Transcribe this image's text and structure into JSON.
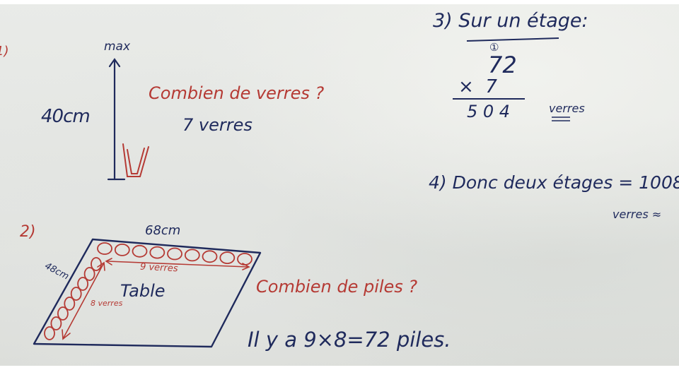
{
  "board": {
    "section1": {
      "marker": "1)",
      "axis_top_label": "max",
      "height_label": "40cm",
      "question": "Combien de verres ?",
      "answer": "7 verres"
    },
    "section2": {
      "marker": "2)",
      "table_width_label": "68cm",
      "table_depth_label": "48cm",
      "row_count_label": "9 verres",
      "column_count_label": "8 verres",
      "table_label": "Table",
      "question": "Combien de piles ?",
      "answer": "Il y a 9×8=72 piles."
    },
    "section3": {
      "heading": "3) Sur un étage:",
      "carry": "①",
      "multiplicand": "72",
      "multiplier": "×  7",
      "result": "5 0 4",
      "unit": "verres"
    },
    "section4": {
      "statement": "4) Donc deux étages = 1008",
      "unit": "verres ≈"
    }
  },
  "colors": {
    "blue_marker": "#1f2a5c",
    "red_marker": "#b53a34",
    "board": "#e6e8e5"
  }
}
